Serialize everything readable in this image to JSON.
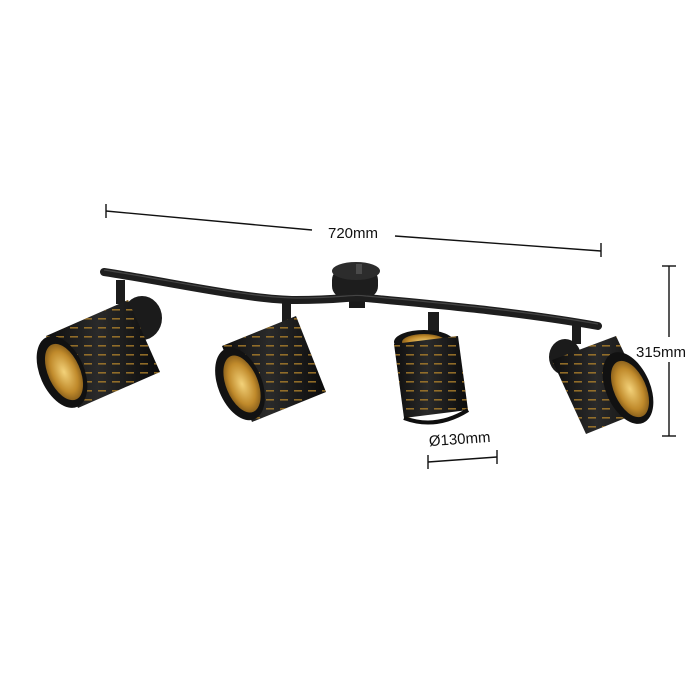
{
  "dimensions": {
    "width": "720mm",
    "height": "315mm",
    "diameter": "Ø130mm"
  },
  "colors": {
    "metal": "#1f1f1f",
    "shade_outer": "#161616",
    "shade_inner": "#c89a35",
    "dimension_line": "#111111",
    "background": "#ffffff"
  }
}
